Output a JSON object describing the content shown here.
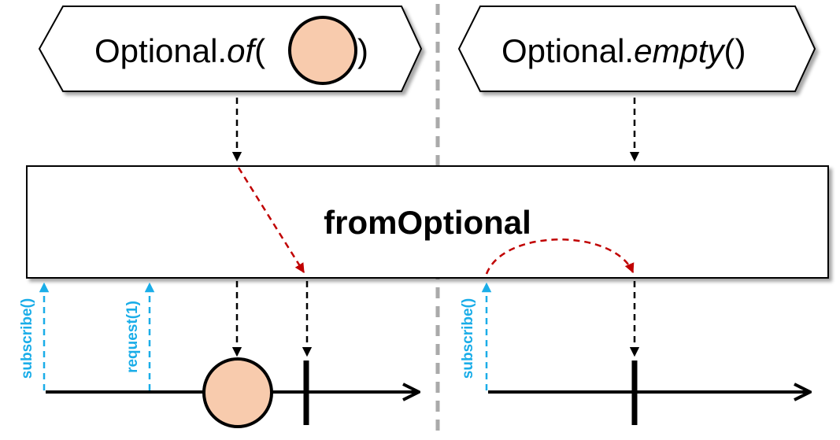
{
  "colors": {
    "item_fill": "#F8CBAD",
    "signal": "#1AADE8",
    "emission": "#C00000",
    "separator": "#AAAAAA",
    "stroke": "#000000"
  },
  "left_source": {
    "prefix": "Optional.",
    "method": "of",
    "open_paren": "(",
    "close_paren": ")"
  },
  "right_source": {
    "prefix": "Optional.",
    "method": "empty",
    "parens": "()"
  },
  "operator": {
    "name": "fromOptional"
  },
  "signals": {
    "left_subscribe": "subscribe()",
    "left_request": "request(1)",
    "right_subscribe": "subscribe()"
  }
}
